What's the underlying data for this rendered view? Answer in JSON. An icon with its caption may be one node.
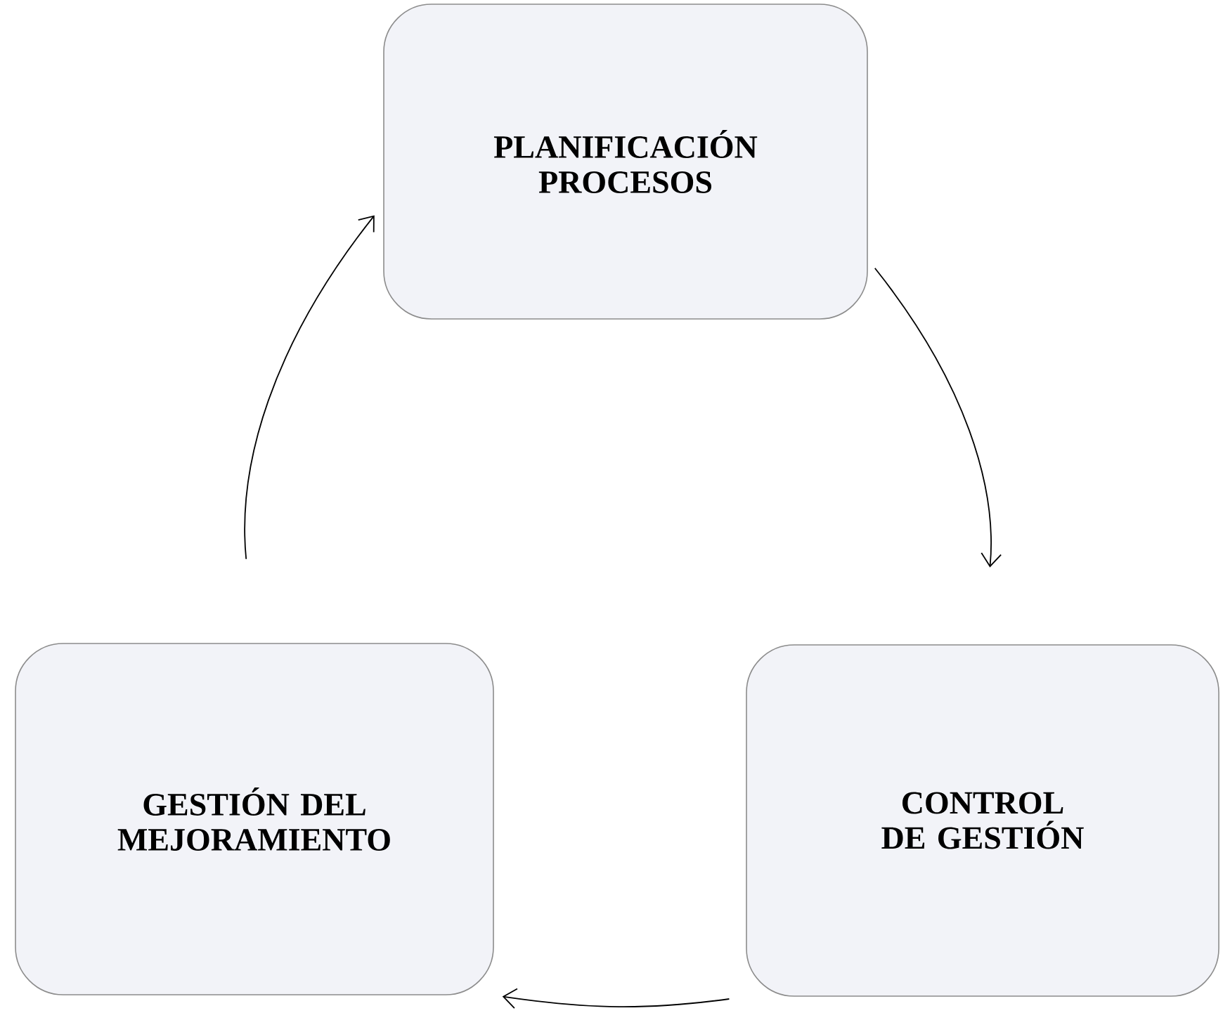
{
  "diagram": {
    "nodes": [
      {
        "text": [
          "PLANIFICACIÓN PROCESOS"
        ]
      },
      {
        "text": [
          "CONTROL DE GESTIÓN"
        ]
      },
      {
        "text": [
          "GESTIÓN DEL MEJORAMIENTO"
        ]
      }
    ],
    "edges": [
      {
        "from": 0,
        "to": 1,
        "arrow": "to"
      },
      {
        "from": 1,
        "to": 2,
        "arrow": "to"
      },
      {
        "from": 2,
        "to": 0,
        "arrow": "to"
      }
    ]
  }
}
